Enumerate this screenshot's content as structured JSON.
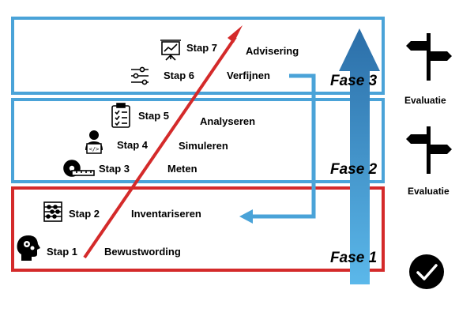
{
  "phases": [
    {
      "label": "Fase 3",
      "color": "#4aa3d8"
    },
    {
      "label": "Fase 2",
      "color": "#4aa3d8"
    },
    {
      "label": "Fase 1",
      "color": "#d42a2a"
    }
  ],
  "steps": [
    {
      "label": "Stap 7",
      "action": "Advisering",
      "icon": "presentation-board-icon"
    },
    {
      "label": "Stap 6",
      "action": "Verfijnen",
      "icon": "sliders-icon"
    },
    {
      "label": "Stap 5",
      "action": "Analyseren",
      "icon": "clipboard-checklist-icon"
    },
    {
      "label": "Stap 4",
      "action": "Simuleren",
      "icon": "person-at-computer-icon"
    },
    {
      "label": "Stap 3",
      "action": "Meten",
      "icon": "tape-measure-icon"
    },
    {
      "label": "Stap 2",
      "action": "Inventariseren",
      "icon": "abacus-icon"
    },
    {
      "label": "Stap 1",
      "action": "Bewustwording",
      "icon": "head-gears-icon"
    }
  ],
  "side": [
    {
      "label": "Evaluatie",
      "icon": "signpost-icon"
    },
    {
      "label": "Evaluatie",
      "icon": "signpost-icon"
    },
    {
      "label": "",
      "icon": "checkmark-circle-icon"
    }
  ],
  "colors": {
    "blue_frame": "#4aa3d8",
    "red_frame": "#d42a2a",
    "arrow_red": "#d42a2a",
    "arrow_blue_top": "#2b6ea8",
    "arrow_blue_bottom": "#5bb8ea"
  }
}
